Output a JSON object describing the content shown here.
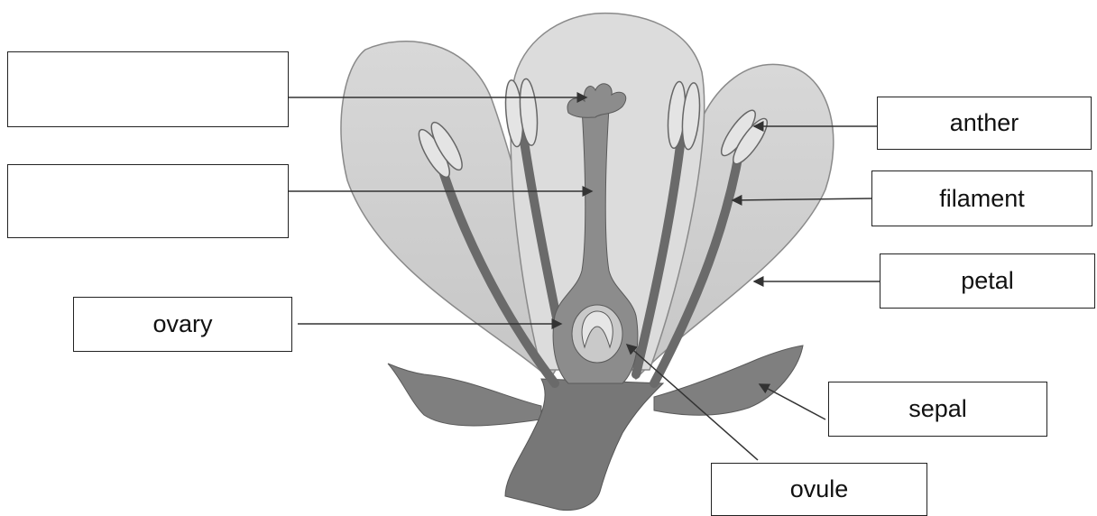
{
  "diagram": {
    "labels": {
      "blank_1": "",
      "blank_2": "",
      "ovary": "ovary",
      "anther": "anther",
      "filament": "filament",
      "petal": "petal",
      "sepal": "sepal",
      "ovule": "ovule"
    },
    "colors": {
      "petal_fill": "#d4d4d4",
      "petal_stroke": "#8a8a8a",
      "stem_fill": "#7a7a7a",
      "stem_stroke": "#5a5a5a",
      "pistil_fill": "#8c8c8c",
      "anther_fill": "#e4e4e4",
      "ovule_fill": "#cfcfcf",
      "arrow_color": "#333333"
    }
  }
}
